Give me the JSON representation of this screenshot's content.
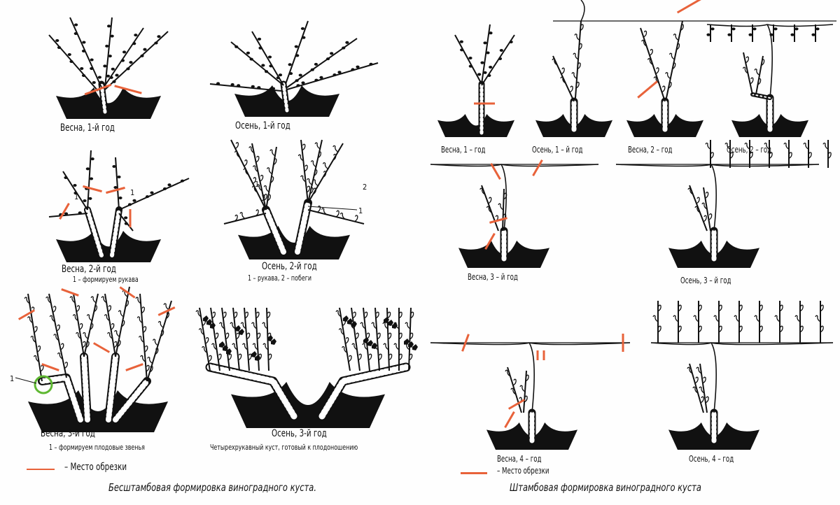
{
  "colors": {
    "ink": "#111111",
    "cut": "#e8623a",
    "highlight": "#5fb832"
  },
  "left": {
    "title": "Бесштамбовая формировка виноградного куста.",
    "panels": [
      {
        "caption": "Весна, 1-й год"
      },
      {
        "caption": "Осень, 1-й год"
      },
      {
        "caption": "Весна, 2-й год",
        "note": "1 – формируем рукава"
      },
      {
        "caption": "Осень, 2-й год",
        "note": "1 – рукава, 2 – побеги"
      },
      {
        "caption": "Весна, 3-й год",
        "note": "1 – формируем плодовые звенья"
      },
      {
        "caption": "Осень, 3-й год",
        "note": "Четырехрукавный куст, готовый к плодоношению"
      }
    ],
    "labels": {
      "one": "1",
      "two": "2"
    },
    "legend": "– Место обрезки"
  },
  "right": {
    "title": "Штамбовая формировка виноградного куста",
    "panels": [
      {
        "caption": "Весна, 1 – год"
      },
      {
        "caption": "Осень, 1 – й год"
      },
      {
        "caption": "Весна, 2 – год"
      },
      {
        "caption": "Осень, 2 – год"
      },
      {
        "caption": "Весна, 3 – й год"
      },
      {
        "caption": "Осень, 3 – й год"
      },
      {
        "caption": "Весна, 4 – год"
      },
      {
        "caption": "Осень, 4 – год"
      }
    ],
    "legend": "– Место обрезки"
  }
}
